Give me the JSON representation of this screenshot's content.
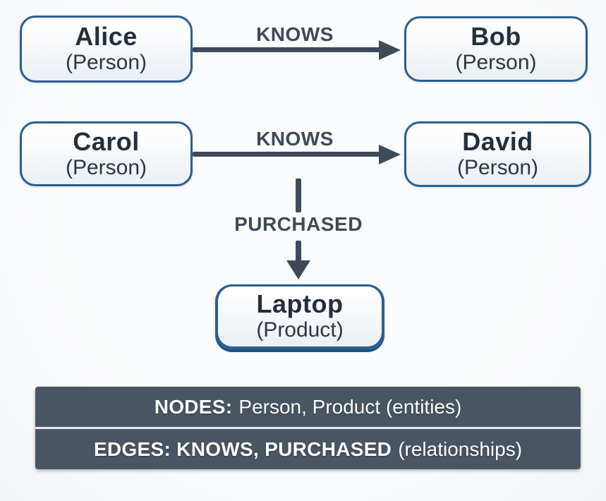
{
  "diagram": {
    "type": "graph-data-model",
    "nodes": [
      {
        "name": "Alice",
        "type": "(Person)"
      },
      {
        "name": "Bob",
        "type": "(Person)"
      },
      {
        "name": "Carol",
        "type": "(Person)"
      },
      {
        "name": "David",
        "type": "(Person)"
      },
      {
        "name": "Laptop",
        "type": "(Product)"
      }
    ],
    "edges": [
      {
        "from": "Alice",
        "to": "Bob",
        "label": "KNOWS",
        "direction": "right"
      },
      {
        "from": "Carol",
        "to": "David",
        "label": "KNOWS",
        "direction": "right"
      },
      {
        "from": "Carol-David edge",
        "to": "Laptop",
        "label": "PURCHASED",
        "direction": "down"
      }
    ]
  },
  "legend": {
    "rows": [
      {
        "bold": "NODES:",
        "regular": "Person, Product (entities)"
      },
      {
        "bold": "EDGES: KNOWS, PURCHASED",
        "regular": "(relationships)"
      }
    ]
  },
  "colors": {
    "background": "#f3f5f7",
    "node-border": "#2c5e8f",
    "node-title-text": "#242f3d",
    "node-subtitle-text": "#2d3642",
    "edge": "#3e4a59",
    "legend-bg": "#4a5563",
    "legend-divider": "#e6eaee",
    "laptop-underline": "#1e5080"
  }
}
